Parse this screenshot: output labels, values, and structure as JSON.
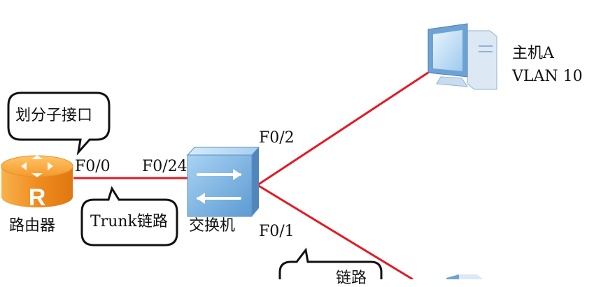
{
  "router": {
    "label": "路由器",
    "port": "F0/0",
    "icon_letter": "R"
  },
  "switch": {
    "label": "交换机",
    "port_uplink": "F0/24",
    "port_a": "F0/2",
    "port_b": "F0/1"
  },
  "host_a": {
    "name": "主机A",
    "vlan": "VLAN 10"
  },
  "callouts": {
    "subinterface": "划分子接口",
    "trunk": "Trunk链路",
    "lower_partial": "链路"
  },
  "colors": {
    "link": "#e31b23",
    "router_orange": "#f39a2b",
    "switch_blue": "#6aa8dc",
    "pc_blue": "#5b9bd5"
  }
}
